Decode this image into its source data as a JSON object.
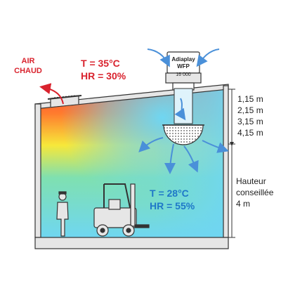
{
  "hot_air": {
    "line1": "AIR",
    "line2": "CHAUD"
  },
  "outside": {
    "temperature": "T = 35°C",
    "humidity": "HR = 30%"
  },
  "unit": {
    "brand": "Adiaplay",
    "model": "WFP",
    "capacity": "16 000"
  },
  "heights": [
    "1,15 m",
    "2,15 m",
    "3,15 m",
    "4,15 m"
  ],
  "inside": {
    "temperature": "T = 28°C",
    "humidity": "HR = 55%"
  },
  "recommended": {
    "line1": "Hauteur",
    "line2": "conseillée",
    "line3": "4 m"
  },
  "colors": {
    "red": "#d9232e",
    "blue_arrow": "#4a90d9",
    "wall": "#e6e6e6",
    "outline": "#333333"
  }
}
